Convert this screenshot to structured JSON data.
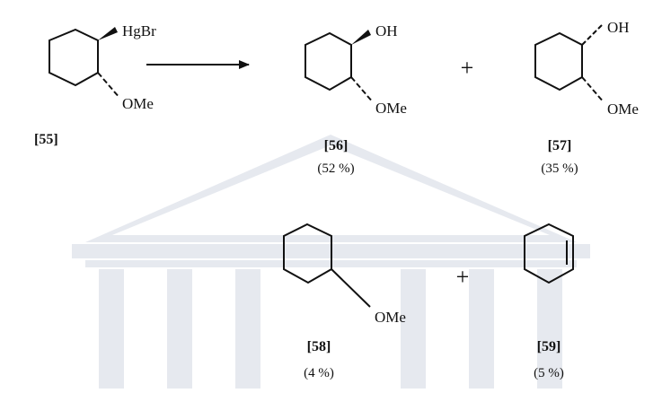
{
  "colors": {
    "ink": "#111111",
    "watermark": "#e6e9ef",
    "background": "#ffffff"
  },
  "substituents": {
    "s55_top": "HgBr",
    "s55_bottom": "OMe",
    "s56_top": "OH",
    "s56_bottom": "OMe",
    "s57_top": "OH",
    "s57_bottom": "OMe",
    "s58": "OMe"
  },
  "compounds": [
    {
      "id": "55",
      "label": "[55]",
      "yield": ""
    },
    {
      "id": "56",
      "label": "[56]",
      "yield": "(52 %)"
    },
    {
      "id": "57",
      "label": "[57]",
      "yield": "(35 %)"
    },
    {
      "id": "58",
      "label": "[58]",
      "yield": "(4 %)"
    },
    {
      "id": "59",
      "label": "[59]",
      "yield": "(5 %)"
    }
  ],
  "operators": {
    "plus_1": "+",
    "plus_2": "+"
  }
}
